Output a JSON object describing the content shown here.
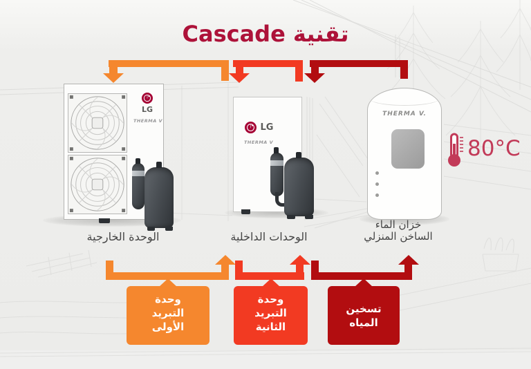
{
  "title": "تقنية Cascade",
  "temperature": {
    "value": "80°C",
    "icon": "thermometer-icon"
  },
  "units": {
    "outdoor": {
      "label": "الوحدة الخارجية",
      "brand": "LG",
      "sub_brand": "THERMA V"
    },
    "indoor": {
      "label": "الوحدات الداخلية",
      "brand": "LG",
      "sub_brand": "THERMA V"
    },
    "tank": {
      "label_line1": "خزان الماء",
      "label_line2": "الساخن المنزلي",
      "sub_brand": "THERMA V."
    }
  },
  "steps": [
    {
      "lines": [
        "وحدة",
        "التبريد",
        "الأولى"
      ],
      "color": "#f5872e"
    },
    {
      "lines": [
        "وحدة",
        "التبريد",
        "الثانية"
      ],
      "color": "#f23a22"
    },
    {
      "lines": [
        "تسخين",
        "المياه"
      ],
      "color": "#b20d10"
    }
  ],
  "colors": {
    "background": "#eeeeec",
    "title_red": "#ad1239",
    "orange": "#f5872e",
    "red": "#f23a22",
    "dark_red": "#b20d10",
    "crimson": "#c23a58",
    "lg_red": "#a50034",
    "label_gray": "#454545",
    "sketch_gray": "#d4d4d2"
  }
}
